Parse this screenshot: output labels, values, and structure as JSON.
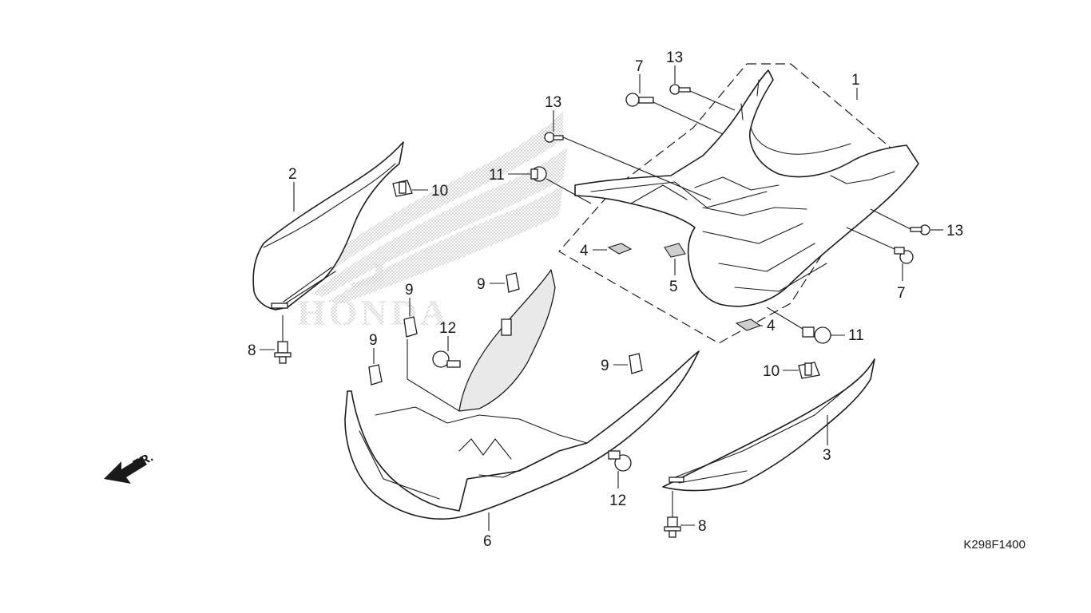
{
  "diagram": {
    "figure_code": "K298F1400",
    "front_indicator": "FR.",
    "watermark_text": "HONDA",
    "callouts": {
      "c1": "1",
      "c2": "2",
      "c3": "3",
      "c4a": "4",
      "c4b": "4",
      "c5": "5",
      "c6": "6",
      "c7a": "7",
      "c7b": "7",
      "c8a": "8",
      "c8b": "8",
      "c9a": "9",
      "c9b": "9",
      "c9c": "9",
      "c9d": "9",
      "c10a": "10",
      "c10b": "10",
      "c11a": "11",
      "c11b": "11",
      "c12a": "12",
      "c12b": "12",
      "c13a": "13",
      "c13b": "13",
      "c13c": "13"
    },
    "colors": {
      "line": "#1c1c1c",
      "watermark": "#bdbdbd",
      "background": "#ffffff"
    }
  }
}
